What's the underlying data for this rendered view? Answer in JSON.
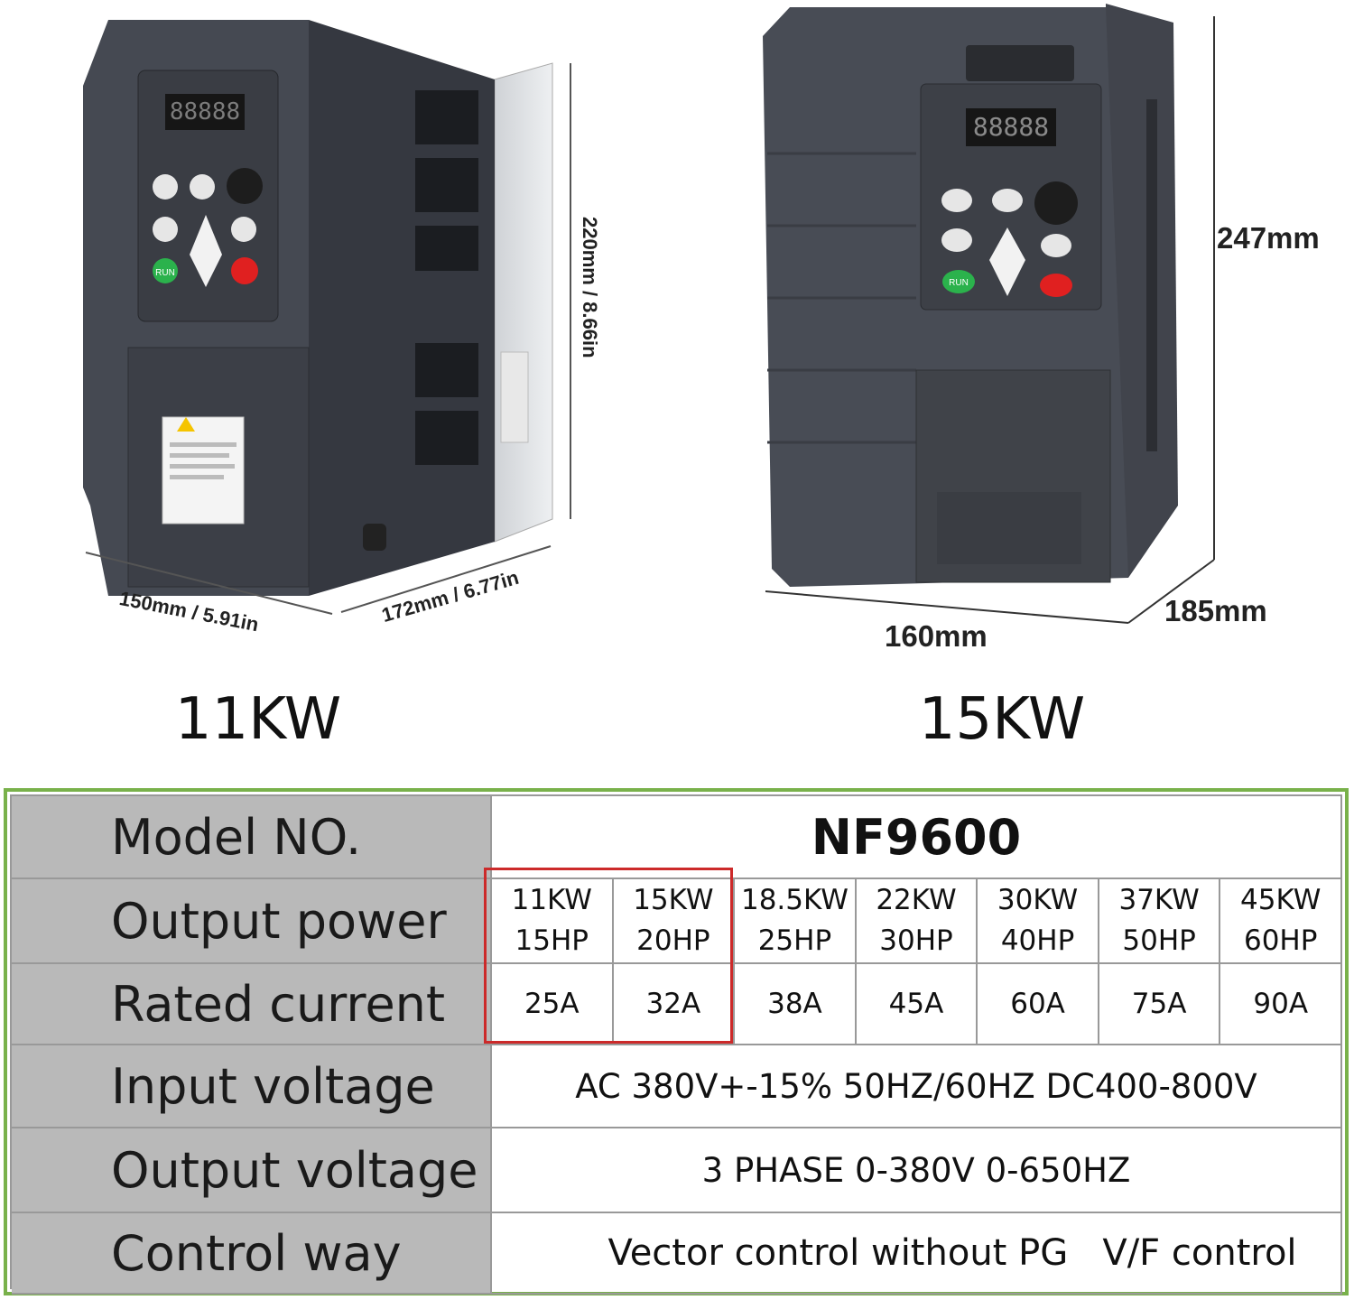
{
  "products": [
    {
      "caption": "11KW",
      "dimensions": {
        "width": "150mm / 5.91in",
        "depth": "172mm / 6.77in",
        "height": "220mm / 8.66in"
      },
      "display": "88888",
      "run_label": "RUN"
    },
    {
      "caption": "15KW",
      "dimensions": {
        "width": "160mm",
        "depth": "185mm",
        "height": "247mm"
      },
      "display": "88888",
      "run_label": "RUN"
    }
  ],
  "table": {
    "model_label": "Model NO.",
    "model_value": "NF9600",
    "output_power_label": "Output power",
    "rated_current_label": "Rated current",
    "input_voltage_label": "Input voltage",
    "output_voltage_label": "Output voltage",
    "control_way_label": "Control way",
    "models": [
      {
        "kw": "11KW",
        "hp": "15HP",
        "current": "25A"
      },
      {
        "kw": "15KW",
        "hp": "20HP",
        "current": "32A"
      },
      {
        "kw": "18.5KW",
        "hp": "25HP",
        "current": "38A"
      },
      {
        "kw": "22KW",
        "hp": "30HP",
        "current": "45A"
      },
      {
        "kw": "30KW",
        "hp": "40HP",
        "current": "60A"
      },
      {
        "kw": "37KW",
        "hp": "50HP",
        "current": "75A"
      },
      {
        "kw": "45KW",
        "hp": "60HP",
        "current": "90A"
      }
    ],
    "input_voltage_value": "AC 380V+-15% 50HZ/60HZ DC400-800V",
    "output_voltage_value": "3 PHASE 0-380V 0-650HZ",
    "control_way_value": "Vector control without PG   V/F control"
  },
  "colors": {
    "frame": "#79b14b",
    "header_bg": "#b9b9b9",
    "highlight": "#cc2a2a",
    "housing": "#3f434b"
  }
}
